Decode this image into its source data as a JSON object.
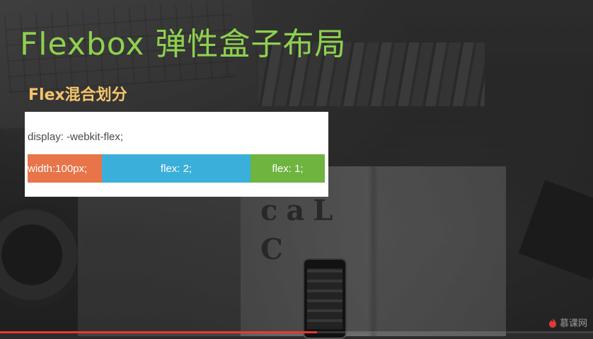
{
  "slide": {
    "title": "Flexbox 弹性盒子布局",
    "section_title": "Flex混合划分"
  },
  "demo": {
    "code_line": "display: -webkit-flex;",
    "items": [
      {
        "label": "width:100px;",
        "color": "#e8744a"
      },
      {
        "label": "flex: 2;",
        "color": "#3aafd9"
      },
      {
        "label": "flex: 1;",
        "color": "#6fb43f"
      }
    ]
  },
  "watermark": {
    "text": "慕课网",
    "icon": "flame-icon"
  },
  "playback": {
    "progress": 0.535,
    "color": "#e53935"
  },
  "colors": {
    "title": "#8fd14f",
    "section_title": "#f6c46b"
  }
}
